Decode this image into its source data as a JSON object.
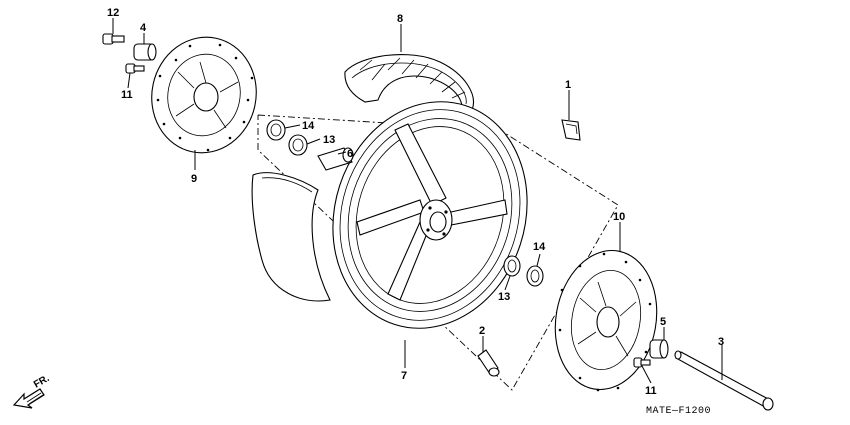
{
  "diagram_code": "MATE—F1200",
  "direction_label": "FR.",
  "callouts": [
    {
      "id": "c1",
      "label": "1"
    },
    {
      "id": "c2",
      "label": "2"
    },
    {
      "id": "c3",
      "label": "3"
    },
    {
      "id": "c4",
      "label": "4"
    },
    {
      "id": "c5",
      "label": "5"
    },
    {
      "id": "c6",
      "label": "6"
    },
    {
      "id": "c7",
      "label": "7"
    },
    {
      "id": "c8",
      "label": "8"
    },
    {
      "id": "c9",
      "label": "9"
    },
    {
      "id": "c10",
      "label": "10"
    },
    {
      "id": "c11a",
      "label": "11"
    },
    {
      "id": "c11b",
      "label": "11"
    },
    {
      "id": "c12",
      "label": "12"
    },
    {
      "id": "c13a",
      "label": "13"
    },
    {
      "id": "c13b",
      "label": "13"
    },
    {
      "id": "c14a",
      "label": "14"
    },
    {
      "id": "c14b",
      "label": "14"
    }
  ]
}
